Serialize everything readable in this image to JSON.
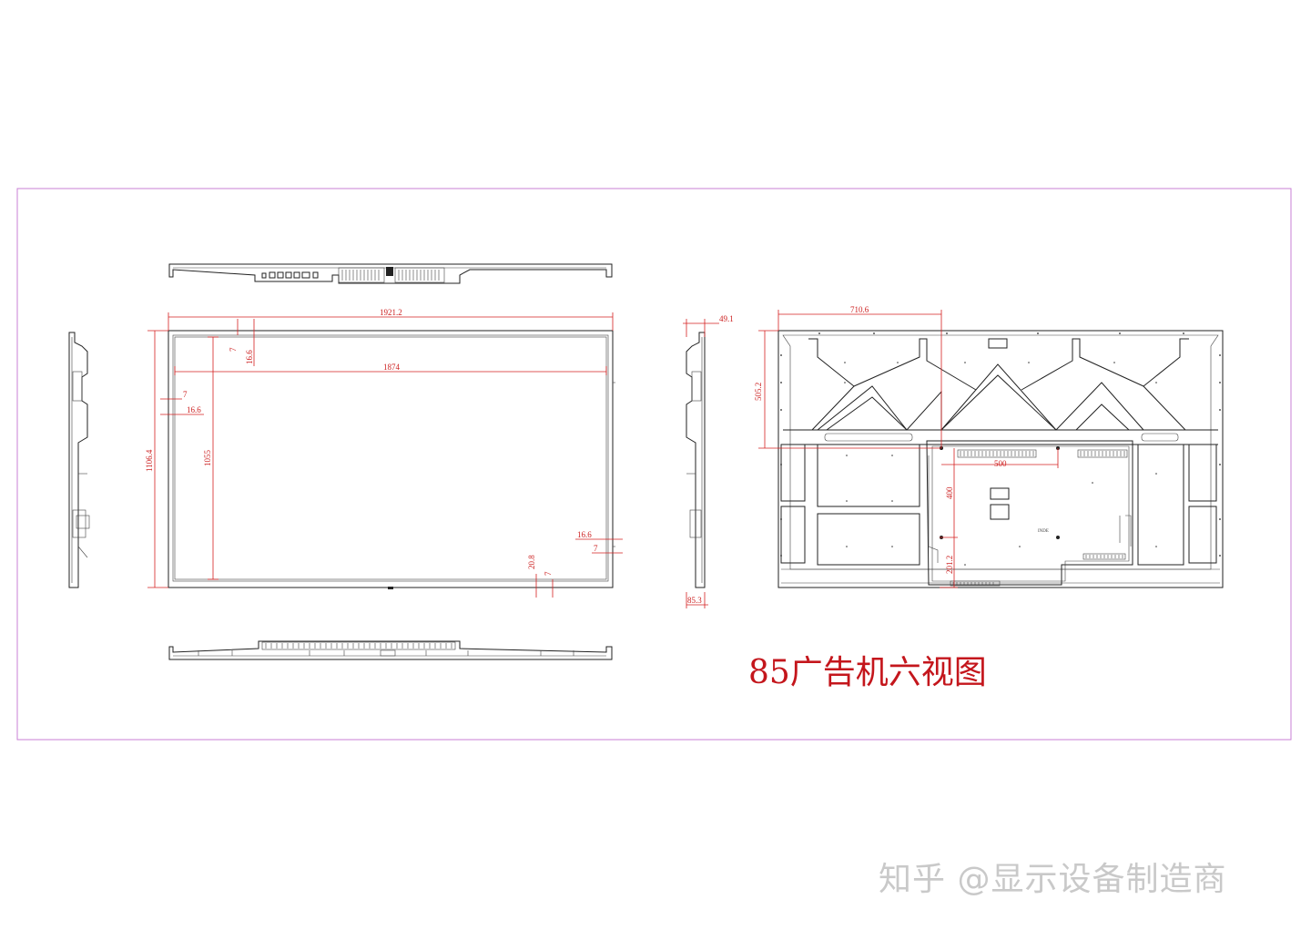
{
  "drawing": {
    "title": "85广告机六视图",
    "watermark": "知乎 @显示设备制造商",
    "colors": {
      "frame": "#c97fd6",
      "line": "#222222",
      "dimension": "#cc1f1f",
      "title": "#c4161c",
      "watermark": "#c9c9c9"
    }
  },
  "dimensions": {
    "overall_width": "1921.2",
    "screen_width": "1874",
    "overall_height": "1106.4",
    "screen_height": "1055",
    "top_border_outer": "7",
    "top_border_inner": "16.6",
    "left_border_outer": "7",
    "left_border_inner": "16.6",
    "right_border_inner": "16.6",
    "right_border_outer": "7",
    "bottom_border_inner": "20.8",
    "bottom_border_outer": "7",
    "side_depth_top": "49.1",
    "side_depth_bottom": "85.3",
    "rear_offset_width": "710.6",
    "rear_offset_height": "505.2",
    "vesa_width": "500",
    "vesa_height": "400",
    "vesa_bottom_offset": "201.2",
    "rear_label": "INDE"
  }
}
